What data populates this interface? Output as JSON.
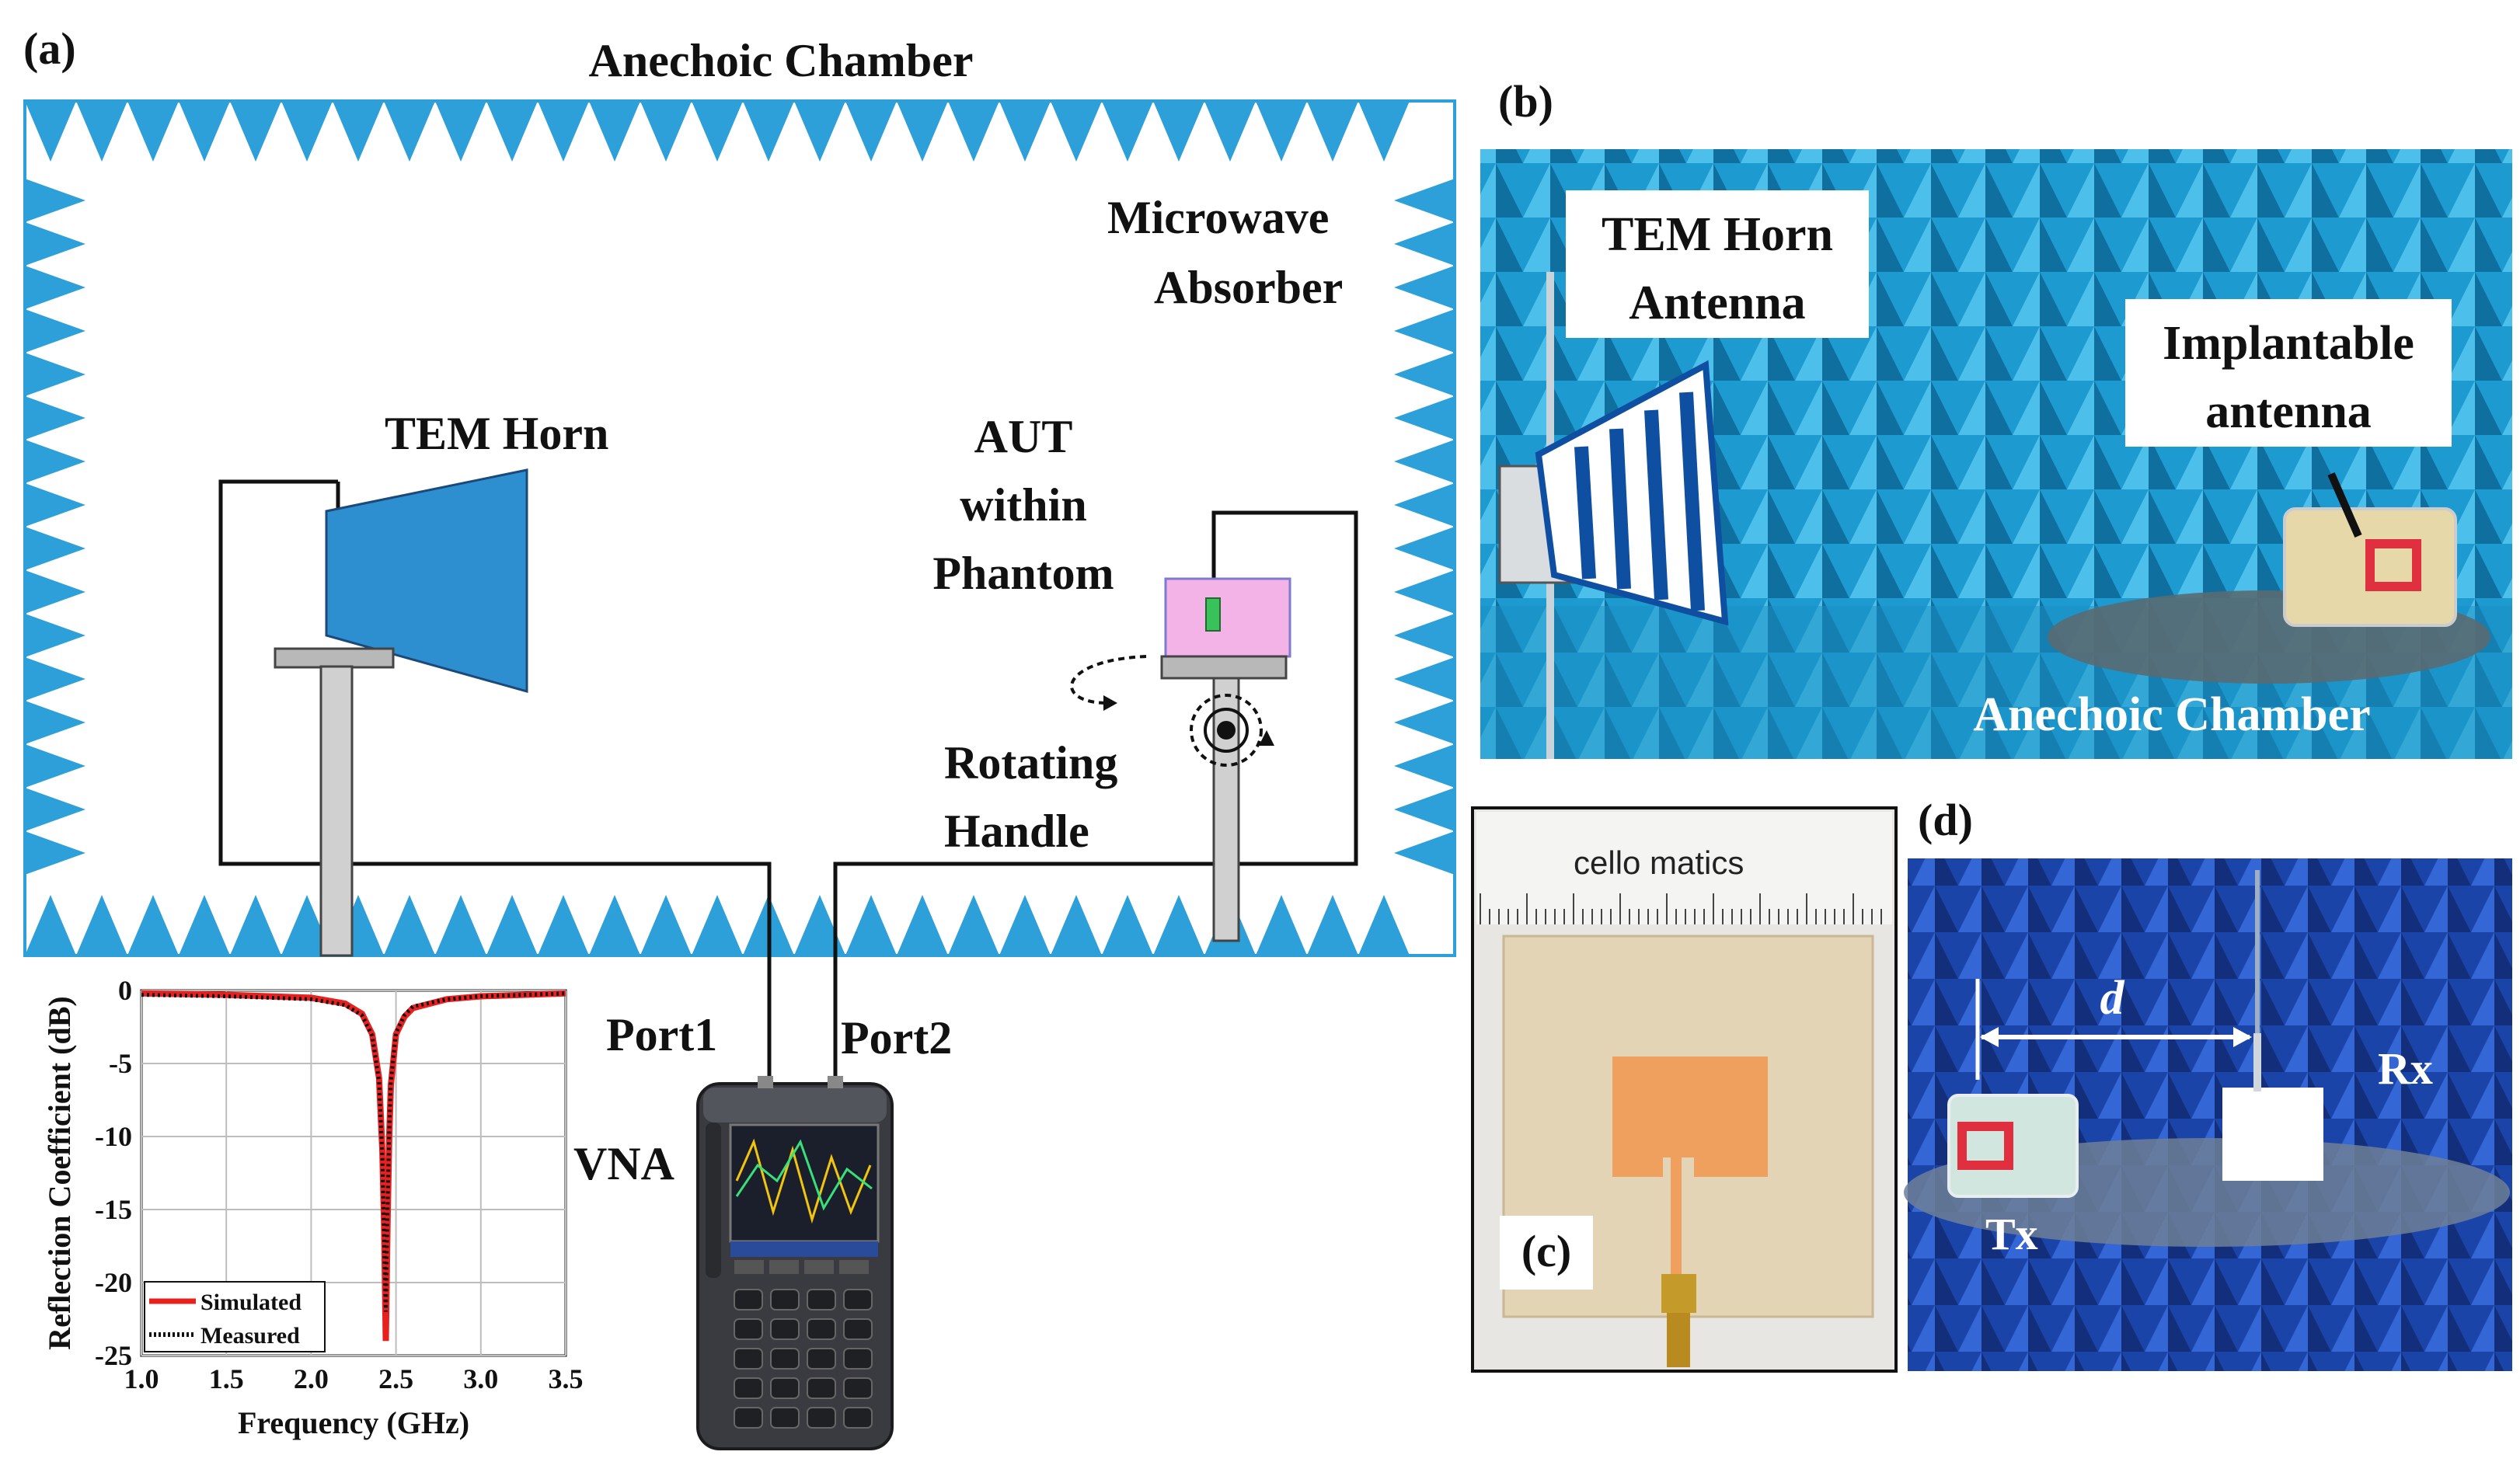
{
  "panels": {
    "a": "(a)",
    "b": "(b)",
    "c": "(c)",
    "d": "(d)"
  },
  "schematic": {
    "chamber_title": "Anechoic Chamber",
    "absorber_label": [
      "Microwave",
      "Absorber"
    ],
    "horn_label": "TEM Horn",
    "aut_label": [
      "AUT",
      "within",
      "Phantom"
    ],
    "rotating_label": [
      "Rotating",
      "Handle"
    ],
    "port1": "Port1",
    "port2": "Port2",
    "vna": "VNA"
  },
  "photo_b": {
    "horn_label": [
      "TEM Horn",
      "Antenna"
    ],
    "implant_label": [
      "Implantable",
      "antenna"
    ],
    "chamber_label": "Anechoic Chamber"
  },
  "photo_c": {
    "ruler_text": "cello matics"
  },
  "photo_d": {
    "distance": "d",
    "rx": "Rx",
    "tx": "Tx"
  },
  "colors": {
    "absorber": "#2d9fd9",
    "horn": "#2e8fd0",
    "phantom": "#f4b3e6",
    "chamber_photo": "#1e9fd0",
    "sim": "#e8201e",
    "meas": "#111111"
  },
  "chart_data": {
    "type": "line",
    "xlabel": "Frequency (GHz)",
    "ylabel": "Reflection Coefficient (dB)",
    "xlim": [
      1.0,
      3.5
    ],
    "ylim": [
      -25,
      0
    ],
    "xticks": [
      "1.0",
      "1.5",
      "2.0",
      "2.5",
      "3.0",
      "3.5"
    ],
    "yticks": [
      "0",
      "-5",
      "-10",
      "-15",
      "-20",
      "-25"
    ],
    "grid": true,
    "legend": "bottom-left",
    "series": [
      {
        "name": "Simulated",
        "style": "solid",
        "x": [
          1.0,
          1.5,
          2.0,
          2.2,
          2.3,
          2.36,
          2.4,
          2.42,
          2.43,
          2.44,
          2.45,
          2.46,
          2.47,
          2.5,
          2.55,
          2.6,
          2.8,
          3.0,
          3.5
        ],
        "y": [
          -0.2,
          -0.3,
          -0.5,
          -0.9,
          -1.6,
          -3.0,
          -6.0,
          -11.0,
          -16.0,
          -24.0,
          -16.0,
          -10.0,
          -6.5,
          -3.0,
          -1.8,
          -1.2,
          -0.6,
          -0.4,
          -0.2
        ]
      },
      {
        "name": "Measured",
        "style": "dotted",
        "x": [
          1.0,
          1.5,
          2.0,
          2.2,
          2.3,
          2.36,
          2.4,
          2.42,
          2.43,
          2.44,
          2.45,
          2.46,
          2.47,
          2.5,
          2.55,
          2.6,
          2.8,
          3.0,
          3.5
        ],
        "y": [
          -0.3,
          -0.4,
          -0.6,
          -1.0,
          -1.7,
          -3.1,
          -6.2,
          -11.5,
          -17.0,
          -22.0,
          -15.0,
          -9.5,
          -6.2,
          -2.9,
          -1.7,
          -1.1,
          -0.6,
          -0.4,
          -0.2
        ]
      }
    ]
  }
}
